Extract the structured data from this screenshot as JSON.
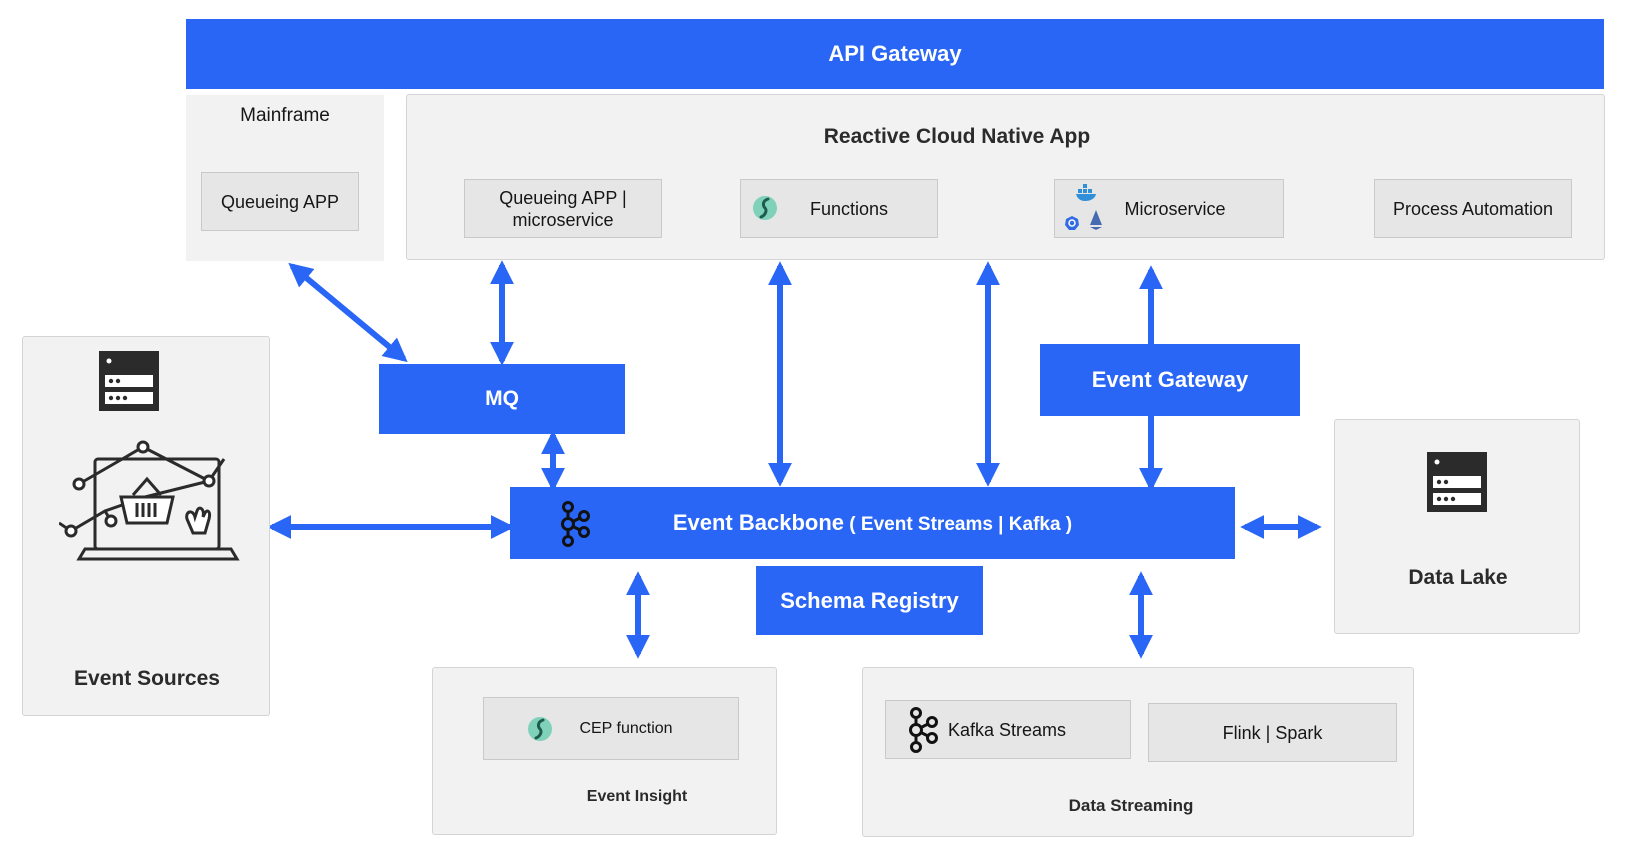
{
  "diagram": {
    "api_gateway": "API Gateway",
    "mainframe": {
      "title": "Mainframe",
      "queueing_app": "Queueing APP"
    },
    "reactive_app": {
      "title": "Reactive Cloud Native App",
      "queueing_line1": "Queueing APP |",
      "queueing_line2": "microservice",
      "functions": "Functions",
      "microservice": "Microservice",
      "process_automation": "Process Automation"
    },
    "mq": "MQ",
    "event_gateway": "Event Gateway",
    "event_backbone": {
      "main": "Event Backbone",
      "sub": " ( Event Streams | Kafka )"
    },
    "schema_registry": "Schema Registry",
    "event_sources": "Event Sources",
    "data_lake": "Data Lake",
    "event_insight": {
      "title": "Event Insight",
      "cep_function": "CEP function"
    },
    "data_streaming": {
      "title": "Data Streaming",
      "kafka_streams": "Kafka Streams",
      "flink_spark": "Flink | Spark"
    },
    "icons": [
      "server-icon",
      "laptop-shopping-icon",
      "kafka-icon",
      "openwhisk-icon",
      "docker-icon",
      "kubernetes-icon",
      "istio-icon"
    ],
    "colors": {
      "accent": "#2a66f5",
      "group_bg": "#f2f2f2",
      "box_bg": "#e6e6e6"
    }
  }
}
